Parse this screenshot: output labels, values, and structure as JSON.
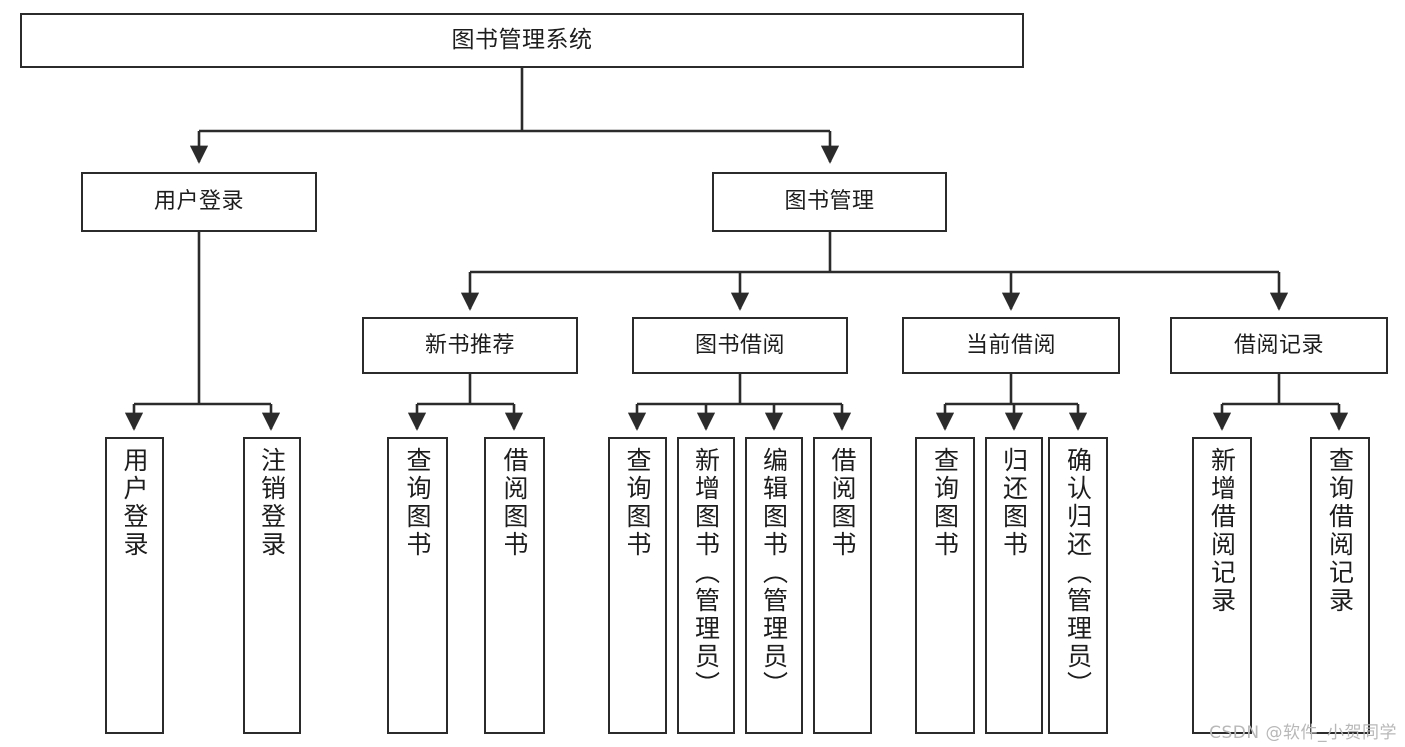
{
  "diagram": {
    "type": "hierarchy-tree",
    "title": "图书管理系统",
    "colors": {
      "box_stroke": "#2b2b2b",
      "box_fill": "#ffffff",
      "line": "#2b2b2b",
      "text": "#1d1d1d",
      "watermark": "#b8b8b8"
    },
    "levels": [
      {
        "level": 1,
        "nodes": [
          {
            "id": "root",
            "label": "图书管理系统",
            "orientation": "horizontal"
          }
        ]
      },
      {
        "level": 2,
        "nodes": [
          {
            "id": "login",
            "label": "用户登录",
            "orientation": "horizontal",
            "parent": "root"
          },
          {
            "id": "bookmgmt",
            "label": "图书管理",
            "orientation": "horizontal",
            "parent": "root"
          }
        ]
      },
      {
        "level": 3,
        "nodes": [
          {
            "id": "newbook",
            "label": "新书推荐",
            "orientation": "horizontal",
            "parent": "bookmgmt"
          },
          {
            "id": "borrow",
            "label": "图书借阅",
            "orientation": "horizontal",
            "parent": "bookmgmt"
          },
          {
            "id": "current",
            "label": "当前借阅",
            "orientation": "horizontal",
            "parent": "bookmgmt"
          },
          {
            "id": "records",
            "label": "借阅记录",
            "orientation": "horizontal",
            "parent": "bookmgmt"
          }
        ]
      },
      {
        "level": 4,
        "nodes": [
          {
            "id": "leaf1",
            "label": "用户登录",
            "orientation": "vertical",
            "parent": "login"
          },
          {
            "id": "leaf2",
            "label": "注销登录",
            "orientation": "vertical",
            "parent": "login"
          },
          {
            "id": "leaf3",
            "label": "查询图书",
            "orientation": "vertical",
            "parent": "newbook"
          },
          {
            "id": "leaf4",
            "label": "借阅图书",
            "orientation": "vertical",
            "parent": "newbook"
          },
          {
            "id": "leaf5",
            "label": "查询图书",
            "orientation": "vertical",
            "parent": "borrow"
          },
          {
            "id": "leaf6",
            "label": "新增图书（管理员）",
            "orientation": "vertical",
            "parent": "borrow"
          },
          {
            "id": "leaf7",
            "label": "编辑图书（管理员）",
            "orientation": "vertical",
            "parent": "borrow"
          },
          {
            "id": "leaf8",
            "label": "借阅图书",
            "orientation": "vertical",
            "parent": "borrow"
          },
          {
            "id": "leaf9",
            "label": "查询图书",
            "orientation": "vertical",
            "parent": "current"
          },
          {
            "id": "leaf10",
            "label": "归还图书",
            "orientation": "vertical",
            "parent": "current"
          },
          {
            "id": "leaf11",
            "label": "确认归还（管理员）",
            "orientation": "vertical",
            "parent": "current"
          },
          {
            "id": "leaf12",
            "label": "新增借阅记录",
            "orientation": "vertical",
            "parent": "records"
          },
          {
            "id": "leaf13",
            "label": "查询借阅记录",
            "orientation": "vertical",
            "parent": "records"
          }
        ]
      }
    ]
  },
  "watermark": {
    "text": "CSDN @软件_小贺同学"
  }
}
